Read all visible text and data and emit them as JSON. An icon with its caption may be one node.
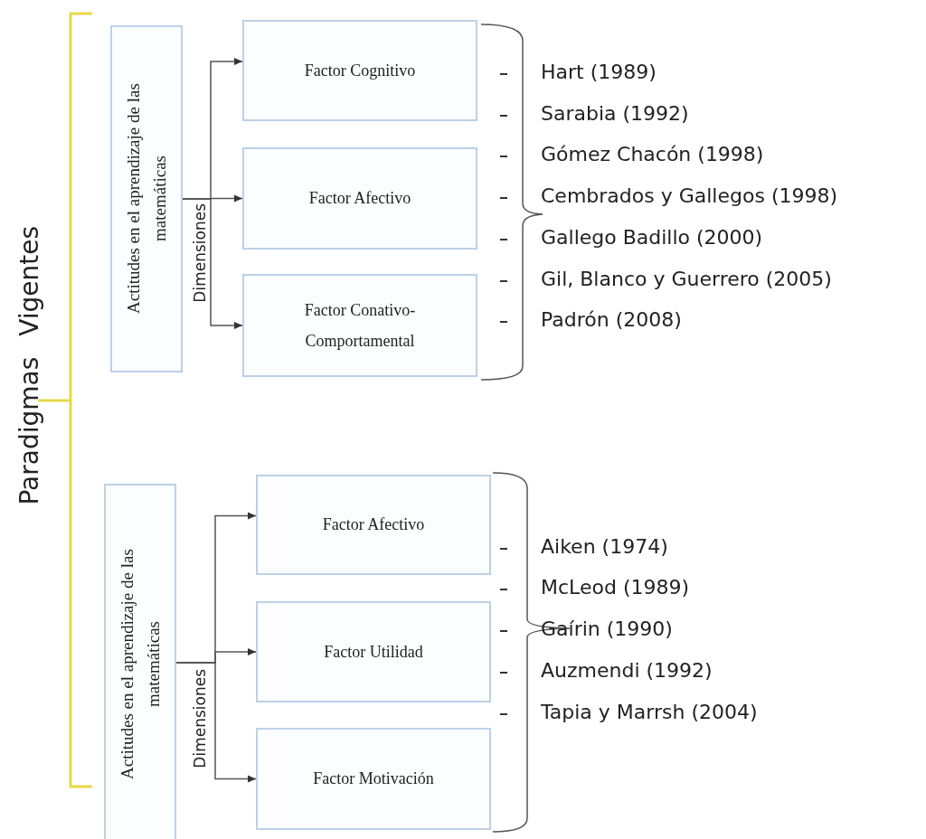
{
  "diagram": {
    "nodes": [
      {
        "text": [
          "Actitudes en el aprendizaje de las matemáticas"
        ]
      },
      {
        "text": [
          "Factor Cognitivo"
        ]
      },
      {
        "text": [
          "Factor Afectivo"
        ]
      },
      {
        "text": [
          "Factor Conativo- Comportamental"
        ]
      },
      {
        "text": [
          "Actitudes en el aprendizaje de las matemáticas"
        ]
      },
      {
        "text": [
          "Factor Afectivo"
        ]
      },
      {
        "text": [
          "Factor Utilidad"
        ]
      },
      {
        "text": [
          "Factor Motivación"
        ]
      }
    ],
    "edges": [
      {
        "from": 0,
        "to": 1,
        "arrow": "to"
      },
      {
        "from": 0,
        "to": 2,
        "arrow": "to"
      },
      {
        "from": 0,
        "to": 3,
        "arrow": "to"
      },
      {
        "from": 4,
        "to": 5,
        "arrow": "to"
      },
      {
        "from": 4,
        "to": 6,
        "arrow": "to"
      },
      {
        "from": 4,
        "to": 7,
        "arrow": "to"
      }
    ],
    "labels": [
      "Paradigmas Vigentes",
      "Dimensiones",
      "Hart (1989)",
      "Sarabia (1992)",
      "Gómez Chacón (1998)",
      "Cembrados y Gallegos (1998)",
      "Gallego Badillo (2000)",
      "Gil, Blanco y Guerrero (2005)",
      "Padrón (2008)",
      "Dimensiones",
      "Aiken (1974)",
      "McLeod (1989)",
      "Gaírin (1990)",
      "Auzmendi (1992)",
      "Tapia y Marrsh (2004)"
    ]
  }
}
